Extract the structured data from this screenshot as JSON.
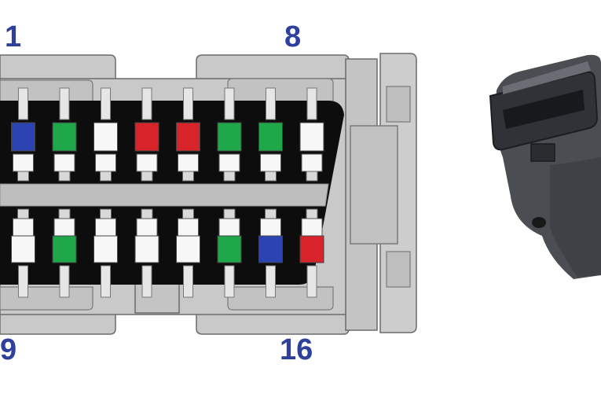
{
  "labels": {
    "pin_top_left": "1",
    "pin_top_right": "8",
    "pin_bottom_left": "9",
    "pin_bottom_right": "16"
  },
  "colors": {
    "label": "#2f3f9c",
    "body_gray": "#c9c9c9",
    "body_gray_dark": "#a8a8a8",
    "cavity": "#0d0d0d",
    "divider": "#bdbdbd",
    "pin_white": "#f7f7f7",
    "blue": "#2b43b3",
    "green": "#1ea84a",
    "red": "#d8232a",
    "connector_photo": "#4a4d52"
  },
  "pins": {
    "top_row": [
      "white",
      "blue",
      "green",
      "white",
      "red",
      "red",
      "green",
      "green",
      "white"
    ],
    "bottom_row": [
      "white",
      "white",
      "green",
      "white",
      "white",
      "white",
      "green",
      "blue",
      "red"
    ]
  }
}
